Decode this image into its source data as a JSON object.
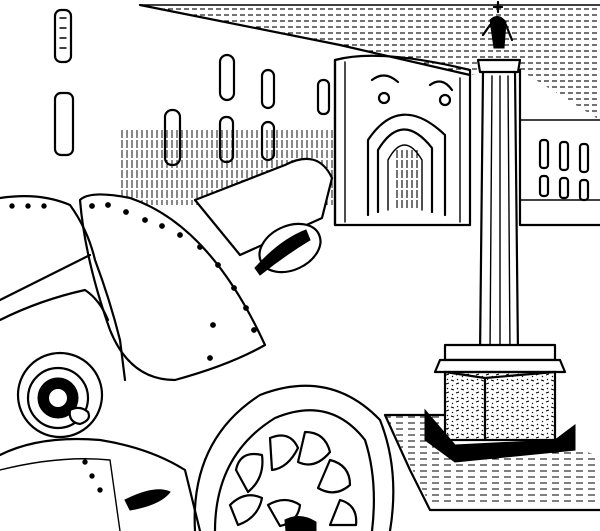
{
  "scene": {
    "style": "black-and-white line drawing",
    "colors": {
      "ink": "#000000",
      "paper": "#ffffff"
    },
    "subjects": [
      "armored-car",
      "gun-turret",
      "column-with-angel",
      "arched-gateway",
      "building-facades",
      "cobblestone-square"
    ]
  }
}
